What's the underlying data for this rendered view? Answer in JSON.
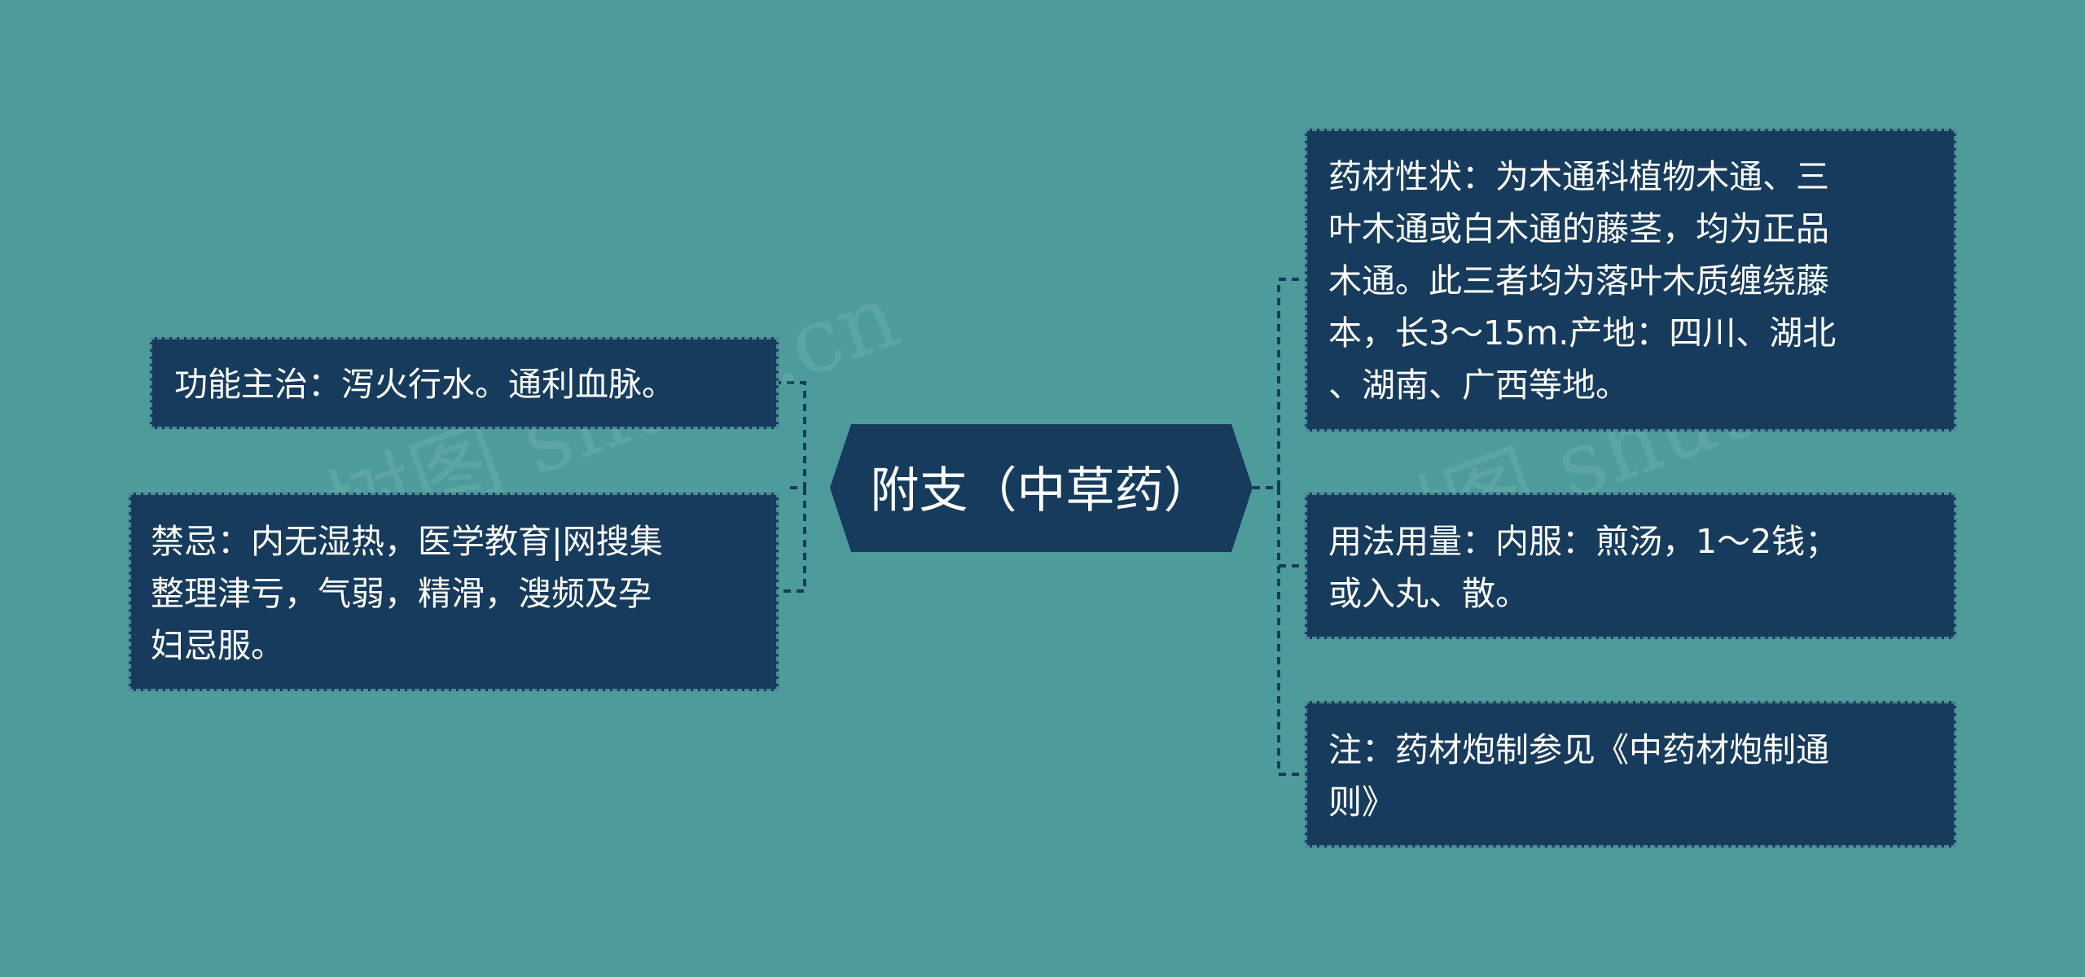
{
  "center": {
    "label": "附支（中草药）"
  },
  "left_nodes": [
    {
      "lines": [
        "功能主治：泻火行水。通利血脉。"
      ]
    },
    {
      "lines": [
        "禁忌：内无湿热，医学教育|网搜集",
        "整理津亏，气弱，精滑，溲频及孕",
        "妇忌服。"
      ]
    }
  ],
  "right_nodes": [
    {
      "lines": [
        "药材性状：为木通科植物木通、三",
        "叶木通或白木通的藤茎，均为正品",
        "木通。此三者均为落叶木质缠绕藤",
        "本，长3～15m.产地：四川、湖北",
        "、湖南、广西等地。"
      ]
    },
    {
      "lines": [
        "用法用量：内服：煎汤，1～2钱；",
        "或入丸、散。"
      ]
    },
    {
      "lines": [
        "注：药材炮制参见《中药材炮制通",
        "则》"
      ]
    }
  ],
  "watermarks": [
    "树图 shutu.cn",
    "树图 shutu.cn"
  ],
  "colors": {
    "background": "#4e9b9c",
    "node_fill": "#173b5d",
    "node_border": "#4f8a97",
    "connector": "#173b5d",
    "text": "#ffffff"
  }
}
